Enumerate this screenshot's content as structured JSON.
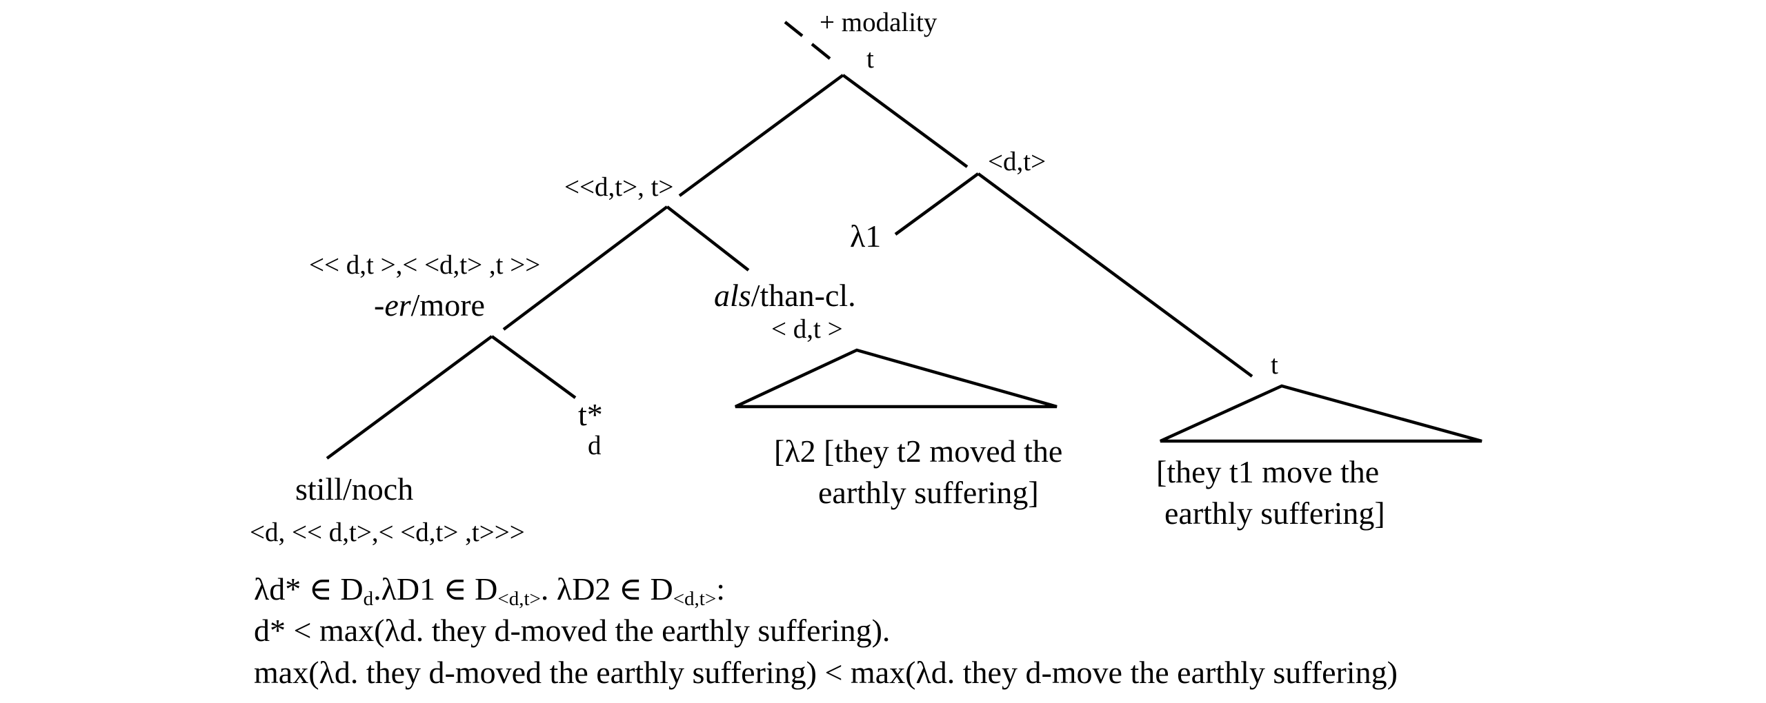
{
  "tree": {
    "modality_label": "+ modality",
    "root_type": "t",
    "left_type": "<<d,t>, t>",
    "right_type": "<d,t>",
    "lambda_binder": "λ1",
    "er_type": "<< d,t >,< <d,t> ,t >>",
    "er_label_italic": "-er",
    "er_label_rest": "/more",
    "than_label_italic": "als",
    "than_label_rest": "/than-cl.",
    "than_type": "< d,t >",
    "t_star": "t*",
    "t_star_sub": "d",
    "still_label": "still/noch",
    "still_type": "<d, << d,t>,< <d,t> ,t>>>",
    "than_content_line1": "[λ2 [they t2 moved the",
    "than_content_line2": "earthly suffering]",
    "t_node_type": "t",
    "main_content_line1": "[they t1 move the",
    "main_content_line2": "earthly suffering]"
  },
  "formula": {
    "line1": {
      "p1": "λd* ∈ D",
      "sub1": "d",
      "p2": ".λD1 ∈ D",
      "sub2": "<d,t>",
      "p3": ". λD2 ∈ D",
      "sub3": "<d,t>",
      "p4": ":"
    },
    "line2": "d* < max(λd. they d-moved the earthly suffering).",
    "line3": "max(λd. they d-moved the earthly suffering) < max(λd. they d-move the earthly suffering)"
  }
}
